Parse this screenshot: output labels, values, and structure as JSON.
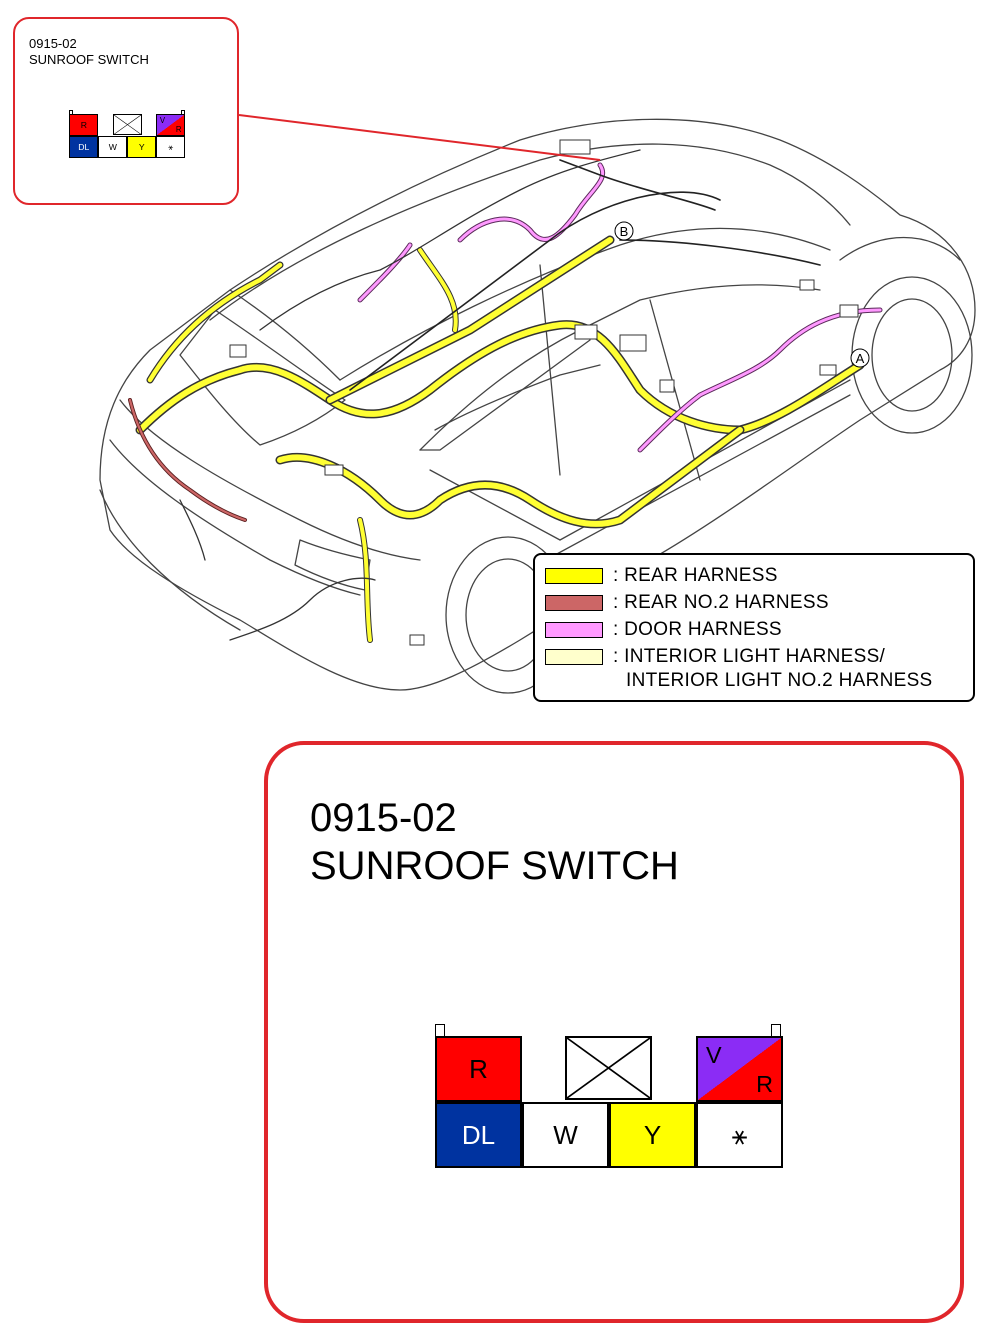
{
  "diagram": {
    "markers": {
      "a": "A",
      "b": "B"
    }
  },
  "callout_small": {
    "code": "0915-02",
    "name": "SUNROOF SWITCH"
  },
  "callout_large": {
    "code": "0915-02",
    "name": "SUNROOF SWITCH"
  },
  "connector": {
    "top_row": [
      {
        "label": "R",
        "fill": "#ff0000",
        "text_color": "#000000"
      },
      {
        "label": "",
        "fill": "#ffffff",
        "blank": true
      },
      {
        "label_top": "V",
        "label_bottom": "R",
        "fill_top": "#8b2cf5",
        "fill_bottom": "#ff0000"
      }
    ],
    "bottom_row": [
      {
        "label": "DL",
        "fill": "#0033a0",
        "text_color": "#ffffff"
      },
      {
        "label": "W",
        "fill": "#ffffff",
        "text_color": "#000000"
      },
      {
        "label": "Y",
        "fill": "#ffff00",
        "text_color": "#000000"
      },
      {
        "label": "⚹",
        "fill": "#ffffff",
        "text_color": "#000000"
      }
    ]
  },
  "legend": {
    "items": [
      {
        "color": "#ffff00",
        "label": ": REAR HARNESS"
      },
      {
        "color": "#cc6666",
        "label": ": REAR NO.2 HARNESS"
      },
      {
        "color": "#ff99ff",
        "label": ": DOOR HARNESS"
      },
      {
        "color": "#ffffcc",
        "label": ": INTERIOR LIGHT HARNESS/"
      }
    ],
    "continuation": "INTERIOR LIGHT NO.2 HARNESS"
  },
  "colors": {
    "callout_border": "#e0262b",
    "rear_harness": "#ffff00",
    "rear_no2_harness": "#cc6666",
    "door_harness": "#ff99ff",
    "interior_light_harness": "#ffffcc"
  }
}
